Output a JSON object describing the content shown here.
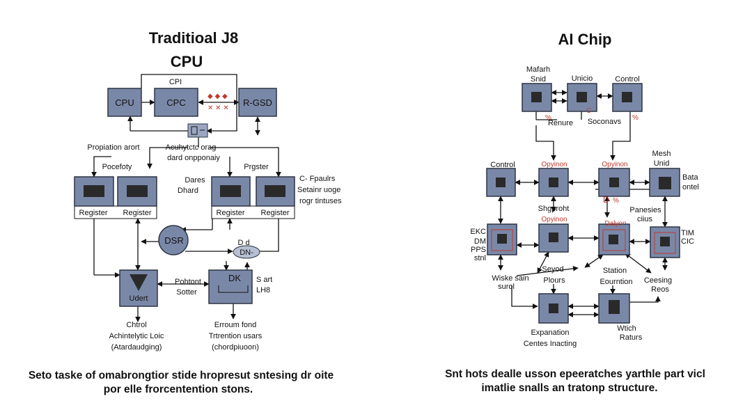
{
  "colors": {
    "block_fill": "#7a88a8",
    "block_stroke": "#2c3444",
    "chip": "#2a2a2a",
    "accent_red": "#c0392b"
  },
  "left": {
    "title_line1": "Traditioal J8",
    "title_line2": "CPU",
    "cpu_top_label": "CPI",
    "blocks": {
      "cpu": "CPU",
      "cpc": "CPC",
      "r_gsd": "R-GSD"
    },
    "labels": {
      "propiation_arort": "Propiation arort",
      "pocefoty": "Pocefoty",
      "acuhytc_line1": "Acuhytctc orag",
      "acuhytc_line2": "dard onpponaiy",
      "prgster": "Prgster",
      "dares": "Dares",
      "dhard": "Dhard",
      "c_fpains": "C- Fpaulrs",
      "setaind_uoge": "Setainr uoge",
      "rogr_tintuses": "rogr tintuses",
      "register1": "Register",
      "register2": "Register",
      "register3": "Register",
      "register4": "Register",
      "dsr": "DSR",
      "dd": "D d",
      "dn": "DN-",
      "dk": "DK",
      "s_art": "S art",
      "lhb": "LH8",
      "pohtont": "Pohtont",
      "sotter": "Sotter",
      "udert": "Udert",
      "chtrol": "Chtrol",
      "achintelytic": "Achintelytic Loic",
      "atardaudging": "(Atardaudging)",
      "erroum_fond": "Erroum fond",
      "trtrention_users": "Trtrention usars",
      "chordpiuoon": "(chordpiuoon)"
    },
    "caption_line1": "Seto taske of omabrongtior stide hropresut sntesing dr oite",
    "caption_line2": "por elle frorcentention stons."
  },
  "right": {
    "title": "AI Chip",
    "labels": {
      "mafarh": "Mafarh",
      "snid": "Snid",
      "unicio": "Unicio",
      "control_top": "Control",
      "renure": "Renure",
      "soconavs": "Soconavs",
      "control_left": "Control",
      "opyinon1": "Opyinon",
      "opyinon2": "Opyinon",
      "mesh": "Mesh",
      "unid": "Unid",
      "bata": "Bata",
      "ontel": "ontel",
      "shgproht": "Shgproht",
      "opyinon3": "Opyinon",
      "panesies": "Panesies",
      "ciius": "ciius",
      "dalyon": "Dalyon",
      "ekc": "EKC",
      "dm": "DM",
      "pps": "PPS",
      "stnl": "stnl",
      "tim": "TIM",
      "cic": "CIC",
      "wiske_sain": "Wiske sain",
      "surol": "surol",
      "seyod": "Seyod",
      "plours": "Plours",
      "station": "Station",
      "eourntion": "Eourntion",
      "ceesing": "Ceesing",
      "reos": "Reos",
      "expanation": "Expanation",
      "centes_inacting": "Centes Inacting",
      "wtich": "Wtich",
      "raturs": "Raturs",
      "d": "D"
    },
    "caption_line1": "Snt hots dealle usson epeeratches yarthle part vicl",
    "caption_line2": "imatlie snalls an tratonp structure."
  }
}
